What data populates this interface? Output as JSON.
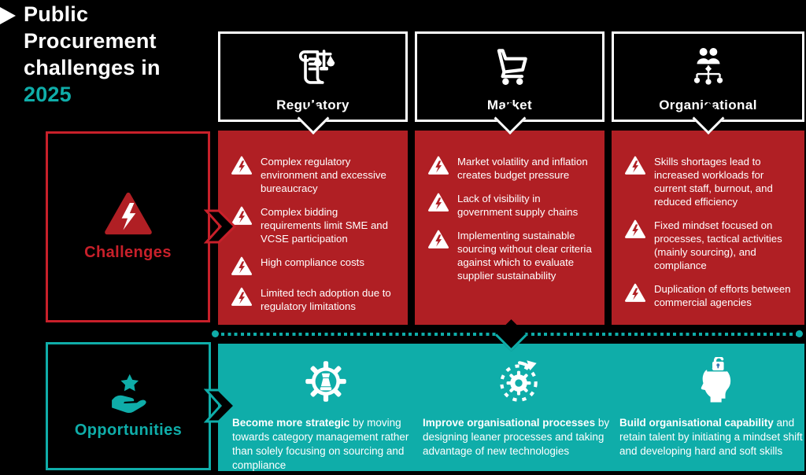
{
  "colors": {
    "background": "#000000",
    "challenge_red": "#b01f24",
    "challenge_red_bright": "#c8202a",
    "opportunity_teal": "#0fada9",
    "text_white": "#ffffff"
  },
  "title": {
    "lines": [
      "Public",
      "Procurement",
      "challenges in"
    ],
    "year": "2025",
    "bullet_icon": "play-triangle-icon"
  },
  "sections": {
    "challenges_label": "Challenges",
    "challenges_icon": "warning-triangle-icon",
    "opportunities_label": "Opportunities",
    "opportunities_icon": "hand-star-icon"
  },
  "columns": [
    {
      "header": {
        "label": "Regulatory",
        "icon": "scroll-scales-icon"
      },
      "challenges": [
        "Complex regulatory environment and excessive bureaucracy",
        "Complex bidding requirements limit SME and VCSE participation",
        "High compliance costs",
        "Limited tech adoption due to regulatory limitations"
      ]
    },
    {
      "header": {
        "label": "Market",
        "icon": "shopping-cart-icon"
      },
      "challenges": [
        "Market volatility and inflation creates budget pressure",
        "Lack of visibility in government supply chains",
        "Implementing sustainable sourcing without clear criteria against which to evaluate supplier sustainability"
      ]
    },
    {
      "header": {
        "label": "Organisational",
        "icon": "org-chart-icon"
      },
      "challenges": [
        "Skills shortages lead to increased workloads for current staff, burnout, and reduced efficiency",
        "Fixed mindset focused on processes, tactical activities (mainly sourcing), and compliance",
        "Duplication of efforts between commercial agencies"
      ]
    }
  ],
  "opportunities": [
    {
      "icon": "gear-chess-icon",
      "lead": "Become more strategic",
      "rest": " by moving towards category management rather than solely focusing on sourcing and compliance"
    },
    {
      "icon": "gear-refresh-icon",
      "lead": "Improve organisational processes",
      "rest": " by designing leaner processes and taking advantage of new technologies"
    },
    {
      "icon": "head-padlock-icon",
      "lead": "Build organisational capability",
      "rest": " and retain talent by initiating a mindset shift and developing hard and soft skills"
    }
  ]
}
